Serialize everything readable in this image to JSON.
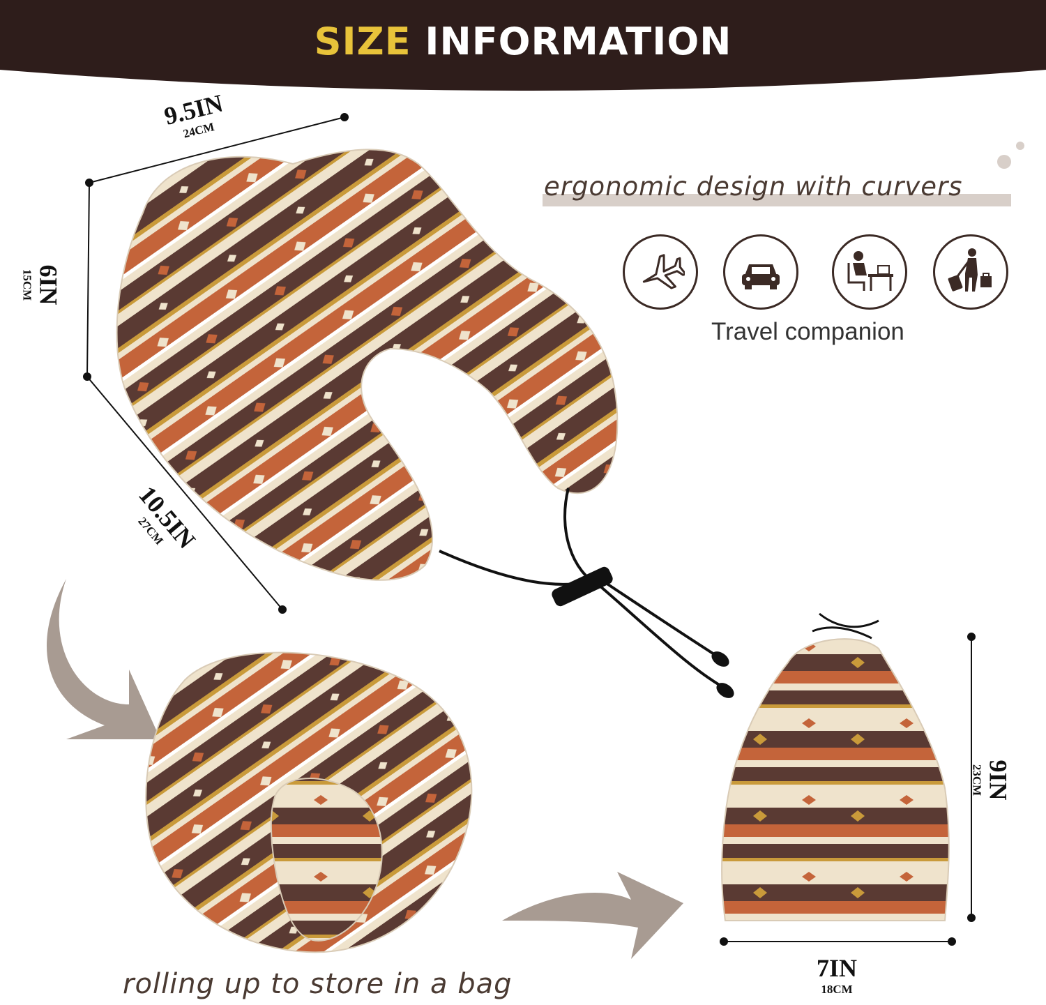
{
  "banner": {
    "title_accent": "SIZE",
    "title_rest": "INFORMATION",
    "accent_color": "#e8c33a",
    "background_color": "#2e1d1b"
  },
  "dimensions": {
    "pillow_width": {
      "inches": "9.5IN",
      "cm": "24CM"
    },
    "pillow_height": {
      "inches": "6IN",
      "cm": "15CM"
    },
    "pillow_depth": {
      "inches": "10.5IN",
      "cm": "27CM"
    },
    "bag_height": {
      "inches": "9IN",
      "cm": "23CM"
    },
    "bag_width": {
      "inches": "7IN",
      "cm": "18CM"
    }
  },
  "features": {
    "ergonomic_text": "ergonomic design with curvers",
    "travel_text": "Travel companion",
    "icons": [
      "airplane-icon",
      "car-icon",
      "office-desk-icon",
      "traveler-luggage-icon"
    ]
  },
  "storage": {
    "rolling_text": "rolling up to store in a bag"
  },
  "palette": {
    "brown": "#5a3a33",
    "orange": "#c4643a",
    "cream": "#efe3cc",
    "gold": "#c99a3a",
    "arrow_gray": "#a89b92"
  }
}
